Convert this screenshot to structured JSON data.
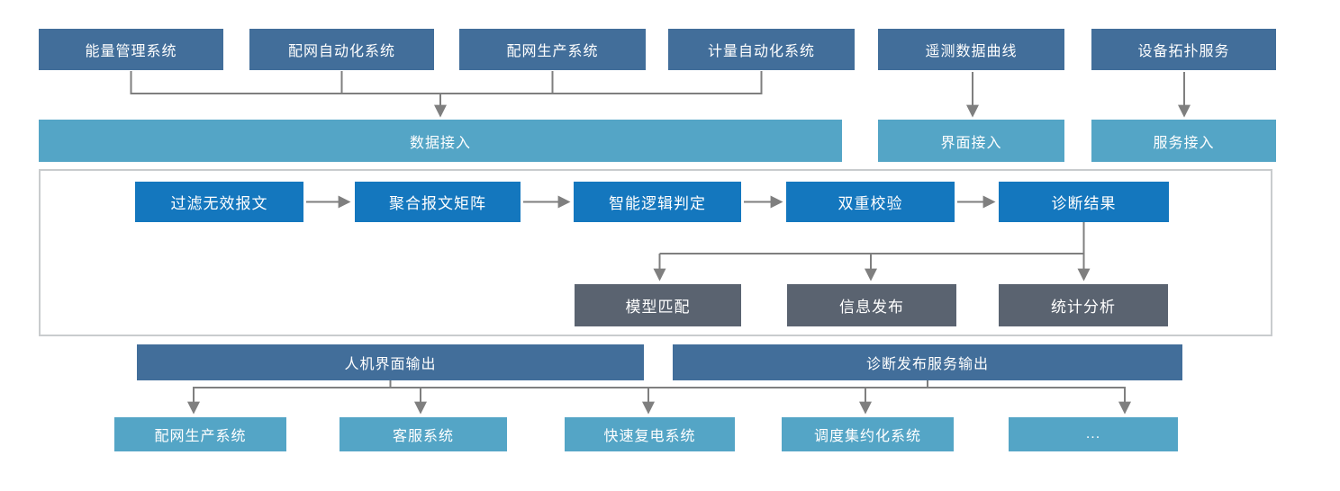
{
  "colors": {
    "source_box": "#426E9A",
    "access_box": "#54A5C6",
    "pipeline_box": "#1477BE",
    "analysis_box": "#5A6370",
    "output_box": "#426E9A",
    "consumer_box": "#54A5C6",
    "connector": "#7F7F7F",
    "container_border": "#C9CCCE",
    "text": "#FFFFFF",
    "background": "#FFFFFF"
  },
  "source_systems": [
    "能量管理系统",
    "配网自动化系统",
    "配网生产系统",
    "计量自动化系统",
    "遥测数据曲线",
    "设备拓扑服务"
  ],
  "access_layer": {
    "data": "数据接入",
    "ui": "界面接入",
    "service": "服务接入"
  },
  "pipeline_steps": [
    "过滤无效报文",
    "聚合报文矩阵",
    "智能逻辑判定",
    "双重校验",
    "诊断结果"
  ],
  "analysis_outputs": [
    "模型匹配",
    "信息发布",
    "统计分析"
  ],
  "output_channels": [
    "人机界面输出",
    "诊断发布服务输出"
  ],
  "consumer_systems": [
    "配网生产系统",
    "客服系统",
    "快速复电系统",
    "调度集约化系统",
    "..."
  ]
}
